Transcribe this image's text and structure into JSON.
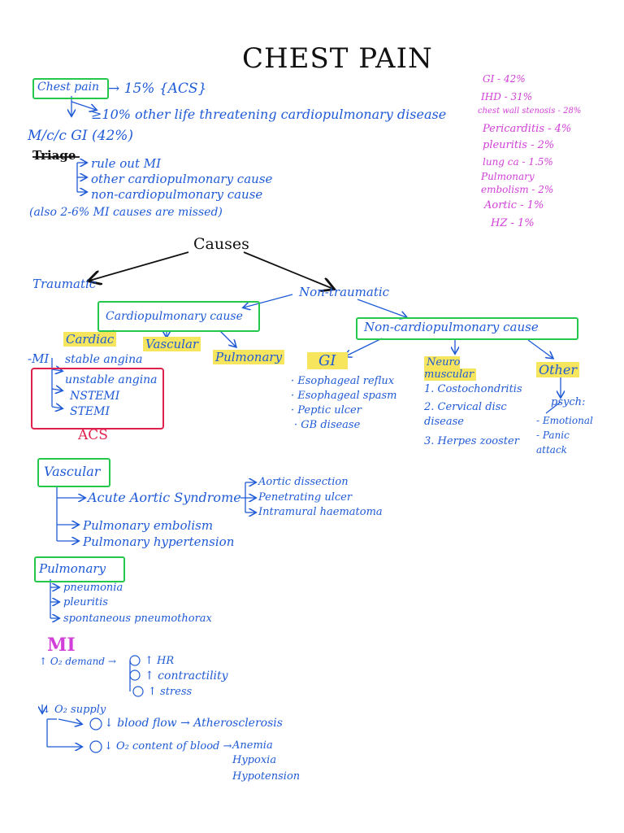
{
  "title": "CHEST PAIN",
  "intro": {
    "chest_pain": "Chest pain",
    "acs_line": "→ 15% {ACS}",
    "other_line": "≥10% other life threatening cardiopulmonary disease",
    "mc_line": "M/c/c  GI (42%)"
  },
  "stats": [
    "GI - 42%",
    "IHD - 31%",
    "chest wall stenosis - 28%",
    "Pericarditis - 4%",
    "pleuritis - 2%",
    "lung ca - 1.5%",
    "Pulmonary",
    "embolism - 2%",
    "Aortic - 1%",
    "HZ - 1%"
  ],
  "triage": {
    "label": "Triage",
    "items": [
      "rule out MI",
      "other cardiopulmonary cause",
      "non-cardiopulmonary cause"
    ],
    "note_1": "(also 2-6% MI causes are missed)"
  },
  "causes": {
    "label": "Causes",
    "traumatic": "Traumatic",
    "non_traumatic": "Non-traumatic",
    "cardiopulmonary": "Cardiopulmonary cause",
    "non_cardiopulmonary": "Non-cardiopulmonary cause",
    "cardiac": "Cardiac",
    "vascular": "Vascular",
    "pulmonary": "Pulmonary",
    "gi": "GI",
    "neuro": "Neuro muscular",
    "other": "Other"
  },
  "cardiac_list": {
    "mi": "-MI",
    "items": [
      "stable angina",
      "unstable angina",
      "NSTEMI",
      "STEMI"
    ],
    "acs": "ACS"
  },
  "gi_list": [
    "· Esophageal reflux",
    "· Esophageal spasm",
    "· Peptic ulcer",
    "· GB disease"
  ],
  "neuro_list": [
    "1. Costochondritis",
    "2. Cervical disc disease",
    "3. Herpes zooster"
  ],
  "other_list": [
    "psych:",
    "- Emotional",
    "- Panic attack"
  ],
  "vascular_section": {
    "label": "Vascular",
    "aas": "Acute Aortic Syndrome",
    "aas_items": [
      "Aortic dissection",
      "Penetrating ulcer",
      "Intramural haematoma"
    ],
    "pe": "Pulmonary embolism",
    "ph": "Pulmonary hypertension"
  },
  "pulmonary_section": {
    "label": "Pulmonary",
    "items": [
      "pneumonia",
      "pleuritis",
      "spontaneous pneumothorax"
    ]
  },
  "mi_section": {
    "label": "MI",
    "demand": "↑ O₂ demand →",
    "demand_items": [
      "↑ HR",
      "↑ contractility",
      "↑ stress"
    ],
    "supply": "↓ O₂ supply",
    "supply_1": "↓ blood flow → Atherosclerosis",
    "supply_2": "↓ O₂ content of blood →",
    "supply_2_items": [
      "Anemia",
      "Hypoxia",
      "Hypotension"
    ]
  }
}
